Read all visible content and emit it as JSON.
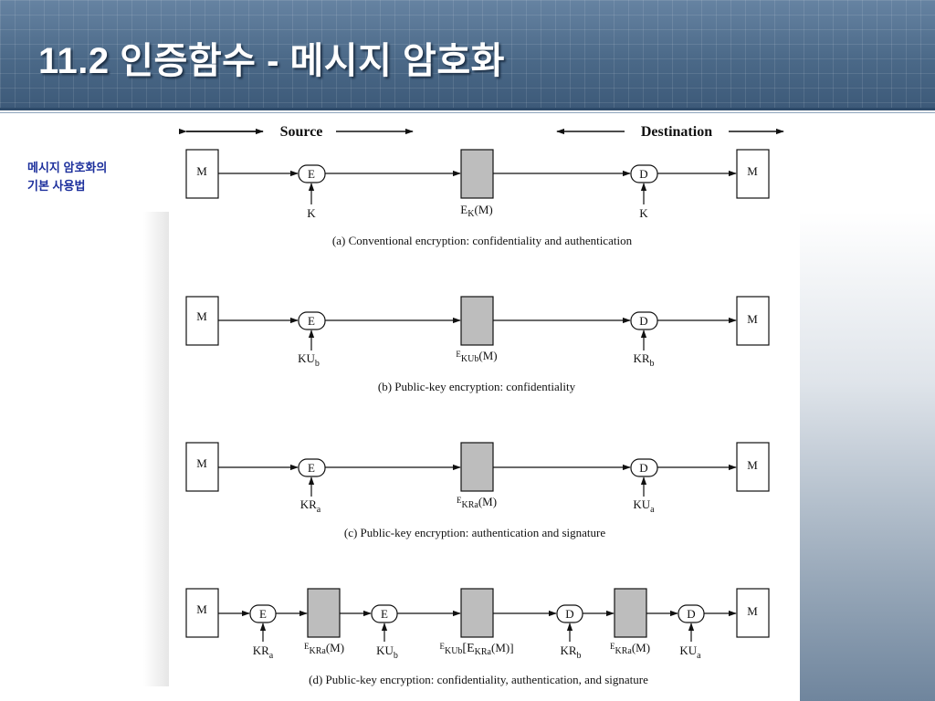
{
  "slide": {
    "title": "11.2 인증함수 - 메시지 암호화",
    "side_label_line1": "메시지 암호화의",
    "side_label_line2": "기본 사용법"
  },
  "diagram": {
    "source_label": "Source",
    "destination_label": "Destination",
    "message": "M",
    "encrypt": "E",
    "decrypt": "D",
    "a": {
      "enc_key": {
        "main": "K",
        "sub": ""
      },
      "dec_key": {
        "main": "K",
        "sub": ""
      },
      "cipher": {
        "pre": "E",
        "sub": "K",
        "post": "(M)"
      },
      "caption": "(a) Conventional encryption: confidentiality and authentication"
    },
    "b": {
      "enc_key": {
        "main": "KU",
        "sub": "b"
      },
      "dec_key": {
        "main": "KR",
        "sub": "b"
      },
      "cipher": {
        "pre": "E",
        "sub": "KUb",
        "post": "(M)"
      },
      "caption": "(b) Public-key encryption: confidentiality"
    },
    "c": {
      "enc_key": {
        "main": "KR",
        "sub": "a"
      },
      "dec_key": {
        "main": "KU",
        "sub": "a"
      },
      "cipher": {
        "pre": "E",
        "sub": "KRa",
        "post": "(M)"
      },
      "caption": "(c) Public-key encryption: authentication and signature"
    },
    "d": {
      "keys": [
        {
          "main": "KR",
          "sub": "a"
        },
        {
          "main": "KU",
          "sub": "b"
        },
        {
          "main": "KR",
          "sub": "b"
        },
        {
          "main": "KU",
          "sub": "a"
        }
      ],
      "cipher1": {
        "pre": "E",
        "sub": "KRa",
        "post": "(M)"
      },
      "cipher2": {
        "pre": "E",
        "sub": "KUb",
        "mid": "[E",
        "sub2": "KRa",
        "post": "(M)]"
      },
      "cipher3": {
        "pre": "E",
        "sub": "KRa",
        "post": "(M)"
      },
      "caption": "(d) Public-key encryption: confidentiality, authentication, and signature"
    }
  }
}
